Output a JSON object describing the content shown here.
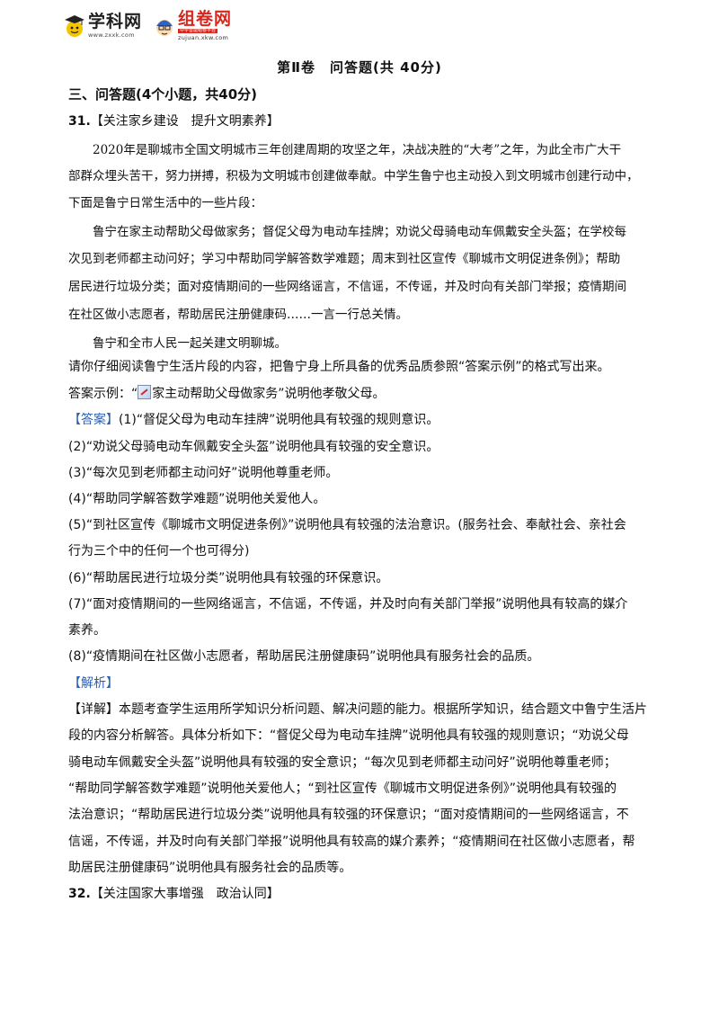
{
  "header": {
    "logo1_name": "学科网",
    "logo1_url": "www.zxxk.com",
    "logo2_name": "组卷网",
    "logo2_url": "zujuan.xkw.com",
    "logo2_sub": "中学智能组卷平台"
  },
  "section_title": "第Ⅱ卷　问答题(共 40分)",
  "part_heading": "三、问答题(4个小题，共40分)",
  "q31": {
    "number": "31.",
    "topic": "【关注家乡建设　提升文明素养】",
    "passage": [
      "2020年是聊城市全国文明城市三年创建周期的攻坚之年，决战决胜的“大考”之年，为此全市广大干",
      "部群众埋头苦干，努力拼搏，积极为文明城市创建做奉献。中学生鲁宁也主动投入到文明城市创建行动中，",
      "下面是鲁宁日常生活中的一些片段：",
      "鲁宁在家主动帮助父母做家务；督促父母为电动车挂牌；劝说父母骑电动车佩戴安全头盔；在学校每",
      "次见到老师都主动问好；学习中帮助同学解答数学难题；周末到社区宣传《聊城市文明促进条例》；帮助",
      "居民进行垃圾分类；面对疫情期间的一些网络谣言，不信谣，不传谣，并及时向有关部门举报；疫情期间",
      "在社区做小志愿者，帮助居民注册健康码……一言一行总关情。",
      "鲁宁和全市人民一起关建文明聊城。"
    ],
    "instruction": "请你仔细阅读鲁宁生活片段的内容，把鲁宁身上所具备的优秀品质参照“答案示例”的格式写出来。",
    "example_prefix": "答案示例：“",
    "example_rest": "家主动帮助父母做家务”说明他孝敬父母。",
    "answer_label": "【答案】",
    "answers": [
      "(1)“督促父母为电动车挂牌”说明他具有较强的规则意识。",
      "(2)“劝说父母骑电动车佩戴安全头盔”说明他具有较强的安全意识。",
      "(3)“每次见到老师都主动问好”说明他尊重老师。",
      "(4)“帮助同学解答数学难题”说明他关爱他人。",
      "(5)“到社区宣传《聊城市文明促进条例》”说明他具有较强的法治意识。(服务社会、奉献社会、亲社会",
      "行为三个中的任何一个也可得分)",
      "(6)“帮助居民进行垃圾分类”说明他具有较强的环保意识。",
      "(7)“面对疫情期间的一些网络谣言，不信谣，不传谣，并及时向有关部门举报”说明他具有较高的媒介",
      "素养。",
      "(8)“疫情期间在社区做小志愿者，帮助居民注册健康码”说明他具有服务社会的品质。"
    ],
    "analysis_label": "【解析】",
    "detail_label": "【详解】",
    "detail": [
      "本题考查学生运用所学知识分析问题、解决问题的能力。根据所学知识，结合题文中鲁宁生活片",
      "段的内容分析解答。具体分析如下：“督促父母为电动车挂牌”说明他具有较强的规则意识；“劝说父母",
      "骑电动车佩戴安全头盔”说明他具有较强的安全意识；“每次见到老师都主动问好”说明他尊重老师；",
      "“帮助同学解答数学难题”说明他关爱他人；“到社区宣传《聊城市文明促进条例》”说明他具有较强的",
      "法治意识；“帮助居民进行垃圾分类”说明他具有较强的环保意识；“面对疫情期间的一些网络谣言，不",
      "信谣，不传谣，并及时向有关部门举报”说明他具有较高的媒介素养；“疫情期间在社区做小志愿者，帮",
      "助居民注册健康码”说明他具有服务社会的品质等。"
    ]
  },
  "q32": {
    "number": "32.",
    "topic": "【关注国家大事增强　政治认同】"
  }
}
